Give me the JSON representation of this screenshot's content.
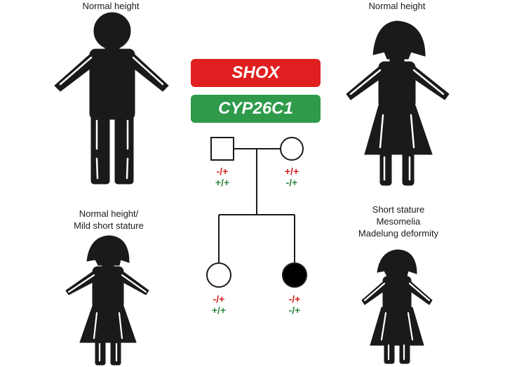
{
  "genes": {
    "gene1": {
      "label": "SHOX",
      "color": "#e02020"
    },
    "gene2": {
      "label": "CYP26C1",
      "color": "#2e9a4a"
    }
  },
  "labels": {
    "father": "Normal height",
    "mother": "Normal height",
    "daughter1": [
      "Normal height/",
      "Mild short stature"
    ],
    "daughter2": [
      "Short stature",
      "Mesomelia",
      "Madelung deformity"
    ]
  },
  "genotypes": {
    "father": {
      "shox": "-/+",
      "cyp": "+/+"
    },
    "mother": {
      "shox": "+/+",
      "cyp": "-/+"
    },
    "daughter1": {
      "shox": "-/+",
      "cyp": "+/+"
    },
    "daughter2": {
      "shox": "-/+",
      "cyp": "-/+"
    }
  },
  "colors": {
    "shox": "#d42020",
    "cyp": "#2e8b3e",
    "silhouette": "#1a1a1a"
  }
}
